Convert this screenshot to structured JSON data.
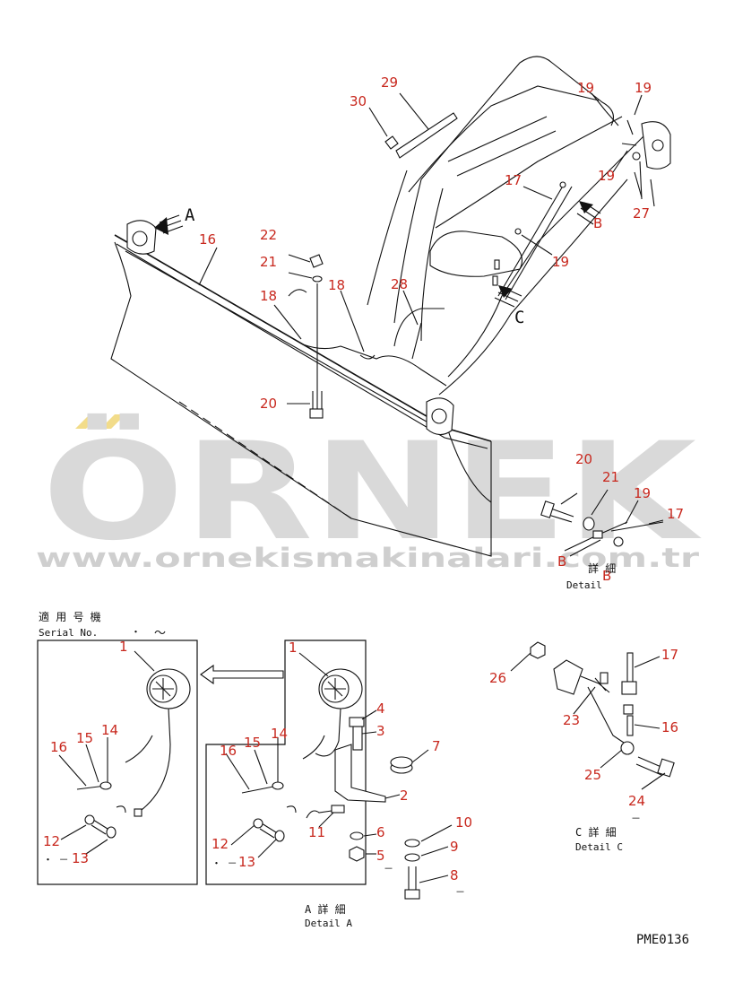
{
  "watermark": {
    "brand": "ÖRNEK",
    "url": "www.ornekismakinalari.com.tr",
    "accent_color": "#f2dc8a"
  },
  "drawing_code": "PME0136",
  "callout_arrows": {
    "a": "A",
    "b": "B",
    "c": "C"
  },
  "serial_box": {
    "title": "適 用 号 機",
    "serial_label": "Serial No.",
    "serial_from": "・",
    "serial_sep": "〜",
    "dash_a": "・ －",
    "dash_b": "・ －"
  },
  "detail_a": {
    "jp": "A  詳  細",
    "en": "Detail A"
  },
  "detail_b": {
    "letter1": "B",
    "letter2": "B",
    "jp": "詳  細",
    "en": "Detail"
  },
  "detail_c": {
    "jp": "C  詳  細",
    "en": "Detail C",
    "dash": "－"
  },
  "dashes": {
    "d5": "－",
    "d8": "－"
  },
  "parts": {
    "p1a": "1",
    "p1b": "1",
    "p2": "2",
    "p3": "3",
    "p4": "4",
    "p5": "5",
    "p6": "6",
    "p7": "7",
    "p8": "8",
    "p9": "9",
    "p10": "10",
    "p11": "11",
    "p12a": "12",
    "p12b": "12",
    "p13a": "13",
    "p13b": "13",
    "p14a": "14",
    "p14b": "14",
    "p15a": "15",
    "p15b": "15",
    "p16a": "16",
    "p16b": "16",
    "p16c": "16",
    "p17a": "17",
    "p17b": "17",
    "p17c": "17",
    "p18a": "18",
    "p18b": "18",
    "p19a": "19",
    "p19b": "19",
    "p19c": "19",
    "p19d": "19",
    "p19e": "19",
    "p20a": "20",
    "p20b": "20",
    "p21a": "21",
    "p21b": "21",
    "p22": "22",
    "p23": "23",
    "p24": "24",
    "p25": "25",
    "p26": "26",
    "p27": "27",
    "p28": "28",
    "p29": "29",
    "p30": "30"
  }
}
